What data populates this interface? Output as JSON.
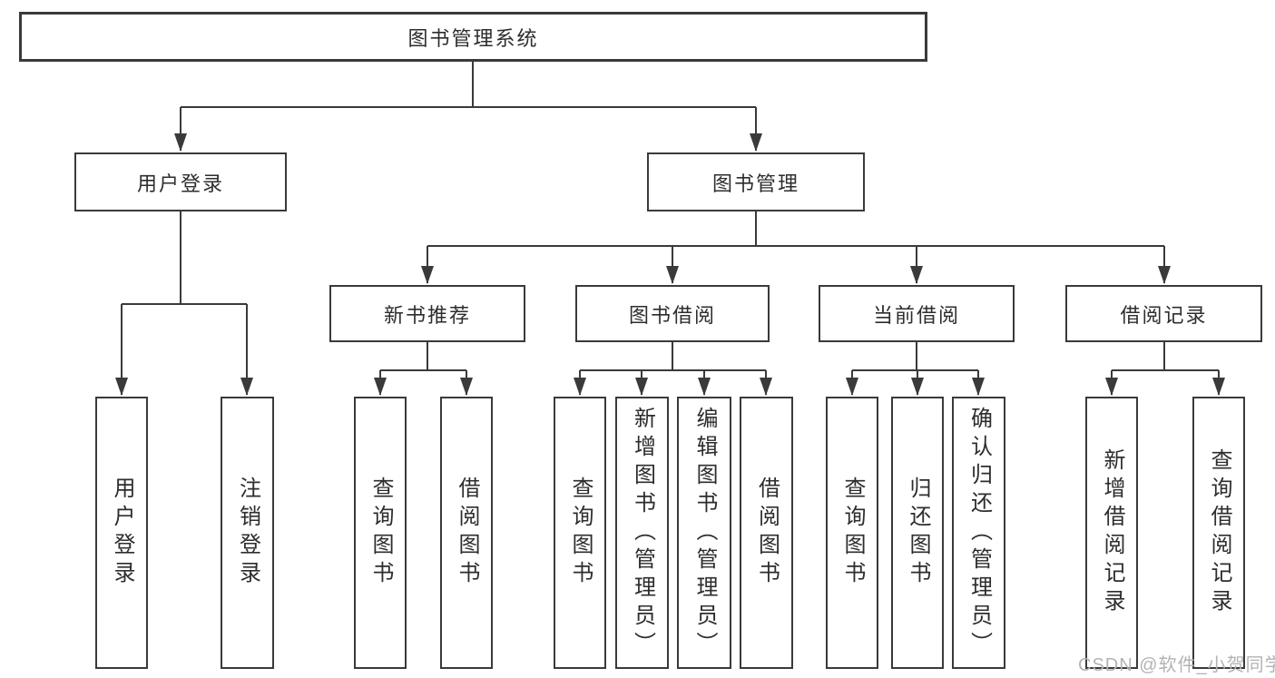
{
  "tree": {
    "root": {
      "label": "图书管理系统"
    },
    "branches": [
      {
        "label": "用户登录",
        "children": [
          {
            "label": "用户登录"
          },
          {
            "label": "注销登录"
          }
        ]
      },
      {
        "label": "图书管理",
        "children": [
          {
            "label": "新书推荐",
            "children": [
              {
                "label": "查询图书"
              },
              {
                "label": "借阅图书"
              }
            ]
          },
          {
            "label": "图书借阅",
            "children": [
              {
                "label": "查询图书"
              },
              {
                "label": "新增图书（管理员）"
              },
              {
                "label": "编辑图书（管理员）"
              },
              {
                "label": "借阅图书"
              }
            ]
          },
          {
            "label": "当前借阅",
            "children": [
              {
                "label": "查询图书"
              },
              {
                "label": "归还图书"
              },
              {
                "label": "确认归还（管理员）"
              }
            ]
          },
          {
            "label": "借阅记录",
            "children": [
              {
                "label": "新增借阅记录"
              },
              {
                "label": "查询借阅记录"
              }
            ]
          }
        ]
      }
    ]
  },
  "watermark": {
    "text": "CSDN @软件_小贺同学"
  },
  "colors": {
    "line": "#3a3a3a",
    "text": "#2d2d2d",
    "background": "#ffffff",
    "watermark": "#b3b3b3"
  }
}
